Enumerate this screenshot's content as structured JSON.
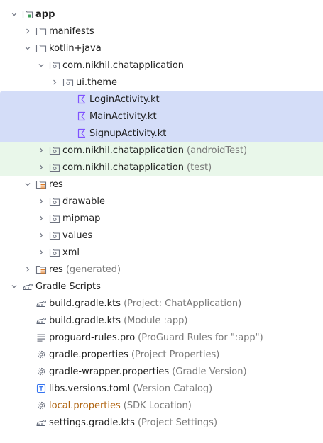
{
  "tree": {
    "rows": [
      {
        "label": "app",
        "hint": "",
        "icon": "module-folder-icon",
        "chevron": "down",
        "bold": true
      },
      {
        "label": "manifests",
        "hint": "",
        "icon": "folder-icon",
        "chevron": "right"
      },
      {
        "label": "kotlin+java",
        "hint": "",
        "icon": "folder-icon",
        "chevron": "down"
      },
      {
        "label": "com.nikhil.chatapplication",
        "hint": "",
        "icon": "package-icon",
        "chevron": "down"
      },
      {
        "label": "ui.theme",
        "hint": "",
        "icon": "package-icon",
        "chevron": "right"
      },
      {
        "label": "LoginActivity.kt",
        "hint": "",
        "icon": "kotlin-file-icon",
        "chevron": "none",
        "selected": true
      },
      {
        "label": "MainActivity.kt",
        "hint": "",
        "icon": "kotlin-file-icon",
        "chevron": "none",
        "selected": true
      },
      {
        "label": "SignupActivity.kt",
        "hint": "",
        "icon": "kotlin-file-icon",
        "chevron": "none",
        "selected": true
      },
      {
        "label": "com.nikhil.chatapplication",
        "hint": "(androidTest)",
        "icon": "package-icon",
        "chevron": "right",
        "test": true
      },
      {
        "label": "com.nikhil.chatapplication",
        "hint": "(test)",
        "icon": "package-icon",
        "chevron": "right",
        "test": true
      },
      {
        "label": "res",
        "hint": "",
        "icon": "resource-folder-icon",
        "chevron": "down"
      },
      {
        "label": "drawable",
        "hint": "",
        "icon": "package-icon",
        "chevron": "right"
      },
      {
        "label": "mipmap",
        "hint": "",
        "icon": "package-icon",
        "chevron": "right"
      },
      {
        "label": "values",
        "hint": "",
        "icon": "package-icon",
        "chevron": "right"
      },
      {
        "label": "xml",
        "hint": "",
        "icon": "package-icon",
        "chevron": "right"
      },
      {
        "label": "res",
        "hint": "(generated)",
        "icon": "resource-folder-icon",
        "chevron": "right"
      },
      {
        "label": "Gradle Scripts",
        "hint": "",
        "icon": "gradle-icon",
        "chevron": "down"
      },
      {
        "label": "build.gradle.kts",
        "hint": "(Project: ChatApplication)",
        "icon": "gradle-icon",
        "chevron": "none"
      },
      {
        "label": "build.gradle.kts",
        "hint": "(Module :app)",
        "icon": "gradle-icon",
        "chevron": "none"
      },
      {
        "label": "proguard-rules.pro",
        "hint": "(ProGuard Rules for \":app\")",
        "icon": "text-file-icon",
        "chevron": "none"
      },
      {
        "label": "gradle.properties",
        "hint": "(Project Properties)",
        "icon": "settings-gear-icon",
        "chevron": "none"
      },
      {
        "label": "gradle-wrapper.properties",
        "hint": "(Gradle Version)",
        "icon": "settings-gear-icon",
        "chevron": "none"
      },
      {
        "label": "libs.versions.toml",
        "hint": "(Version Catalog)",
        "icon": "toml-file-icon",
        "chevron": "none"
      },
      {
        "label": "local.properties",
        "hint": "(SDK Location)",
        "icon": "settings-gear-icon",
        "chevron": "none",
        "orange": true
      },
      {
        "label": "settings.gradle.kts",
        "hint": "(Project Settings)",
        "icon": "gradle-icon",
        "chevron": "none"
      }
    ]
  },
  "colors": {
    "selection": "#d4ddf8",
    "test_bg": "#e9f7ea",
    "hint_text": "#7a7a7a",
    "ignored_text": "#b06410"
  }
}
